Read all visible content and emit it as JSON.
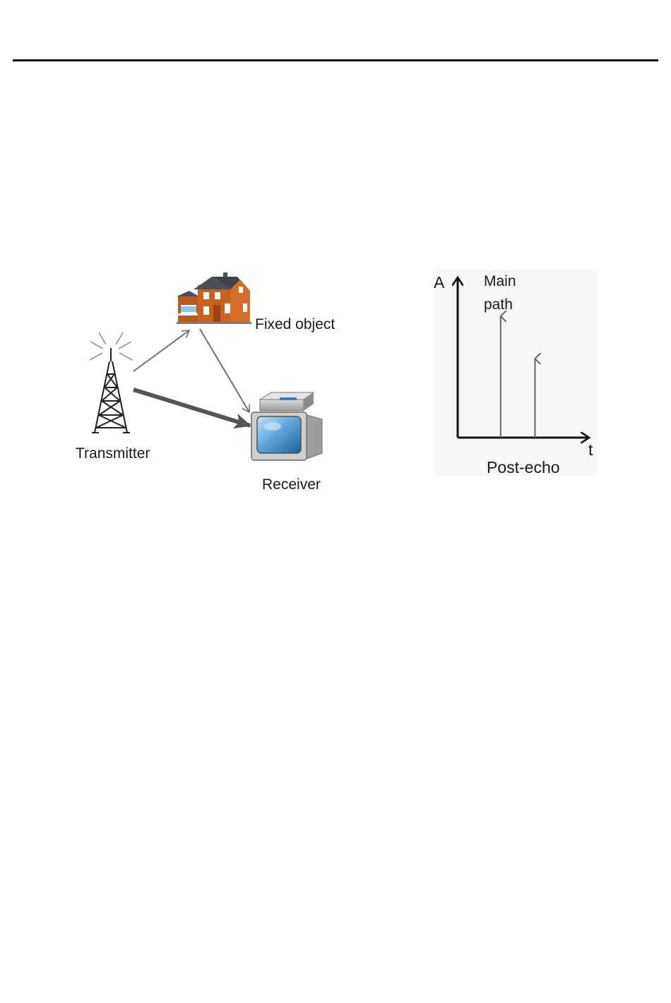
{
  "diagram": {
    "labels": {
      "transmitter": "Transmitter",
      "fixed_object": "Fixed object",
      "receiver": "Receiver"
    },
    "paths": [
      {
        "from": "transmitter",
        "to": "fixed_object",
        "kind": "reflected"
      },
      {
        "from": "fixed_object",
        "to": "receiver",
        "kind": "reflected"
      },
      {
        "from": "transmitter",
        "to": "receiver",
        "kind": "direct"
      }
    ],
    "colors": {
      "house_wall": "#c8611c",
      "house_roof": "#4a4f5a",
      "screen": "#5fa8dc",
      "arrow_thin": "#707070",
      "arrow_thick": "#555555"
    }
  },
  "chart_data": {
    "type": "impulse",
    "ylabel": "A",
    "xlabel": "t",
    "caption": "Post-echo",
    "series": [
      {
        "name": "Main path",
        "impulses": [
          {
            "label": "Main path",
            "relative_time": 0.4,
            "relative_amplitude": 1.0
          }
        ]
      },
      {
        "impulses": [
          {
            "label": "",
            "relative_time": 0.72,
            "relative_amplitude": 0.65
          }
        ]
      }
    ],
    "annotations": [
      "Main",
      "path"
    ]
  }
}
